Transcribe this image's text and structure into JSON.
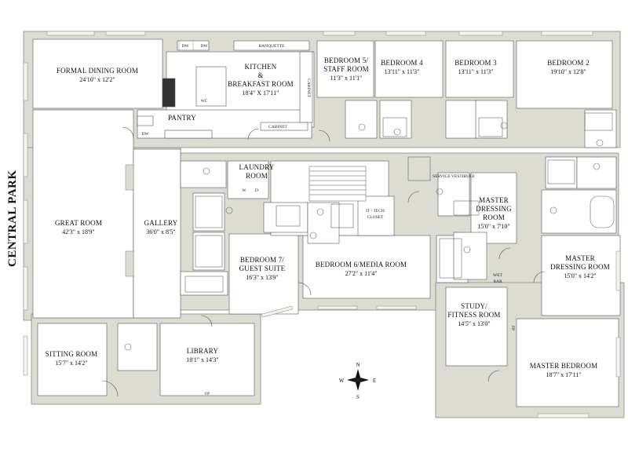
{
  "rooms": [
    {
      "id": "formal-dining-room",
      "lines": [
        "FORMAL DINING ROOM"
      ],
      "dims": "24'10\" x 12'2\""
    },
    {
      "id": "kitchen",
      "lines": [
        "KITCHEN",
        "&",
        "BREAKFAST ROOM"
      ],
      "dims": "18'4\" X 17'11\""
    },
    {
      "id": "pantry",
      "lines": [
        "PANTRY"
      ],
      "dims": ""
    },
    {
      "id": "bedroom-5",
      "lines": [
        "BEDROOM 5/",
        "STAFF ROOM"
      ],
      "dims": "11'3\" x 11'1\""
    },
    {
      "id": "bedroom-4",
      "lines": [
        "BEDROOM 4"
      ],
      "dims": "13'11\" x 11'3\""
    },
    {
      "id": "bedroom-3",
      "lines": [
        "BEDROOM 3"
      ],
      "dims": "13'11\" x 11'3\""
    },
    {
      "id": "bedroom-2",
      "lines": [
        "BEDROOM 2"
      ],
      "dims": "19'10\" x 12'8\""
    },
    {
      "id": "great-room",
      "lines": [
        "GREAT ROOM"
      ],
      "dims": "42'3\" x 18'9\""
    },
    {
      "id": "gallery",
      "lines": [
        "GALLERY"
      ],
      "dims": "36'0\" x 8'5\""
    },
    {
      "id": "laundry-room",
      "lines": [
        "LAUNDRY",
        "ROOM"
      ],
      "dims": ""
    },
    {
      "id": "bedroom-7",
      "lines": [
        "BEDROOM 7/",
        "GUEST SUITE"
      ],
      "dims": "16'3\" x 13'9\""
    },
    {
      "id": "bedroom-6",
      "lines": [
        "BEDROOM 6/MEDIA ROOM"
      ],
      "dims": "27'2\" x 11'4\""
    },
    {
      "id": "master-dressing-room-1",
      "lines": [
        "MASTER",
        "DRESSING",
        "ROOM"
      ],
      "dims": "15'0\" x 7'10\""
    },
    {
      "id": "master-dressing-room-2",
      "lines": [
        "MASTER",
        "DRESSING ROOM"
      ],
      "dims": "15'0\" x 14'2\""
    },
    {
      "id": "study",
      "lines": [
        "STUDY/",
        "FITNESS ROOM"
      ],
      "dims": "14'5\" x 13'0\""
    },
    {
      "id": "master-bedroom",
      "lines": [
        "MASTER BEDROOM"
      ],
      "dims": "18'7\" x 17'11\""
    },
    {
      "id": "sitting-room",
      "lines": [
        "SITTING ROOM"
      ],
      "dims": "15'7\" x 14'2\""
    },
    {
      "id": "library",
      "lines": [
        "LIBRARY"
      ],
      "dims": "18'1\" x 14'3\""
    }
  ],
  "small_labels": {
    "banquette": "BANQUETTE",
    "cabinet_v": "CABINET",
    "cabinet_h": "CABINET",
    "dw1": "DW",
    "dw2": "DW",
    "dw3": "DW",
    "wc": "WC",
    "service_vestibule": "SERVICE VESTIBULE",
    "it_closet_1": "IT / TECH",
    "it_closet_2": "CLOSET",
    "wet_bar_1": "WET",
    "wet_bar_2": "BAR",
    "fp_library": "FP",
    "fp_study": "FP",
    "washer": "W",
    "dryer": "D"
  },
  "side_label": "CENTRAL PARK",
  "compass": {
    "n": "N",
    "s": "S",
    "e": "E",
    "w": "W"
  },
  "colors": {
    "wall": "#dcdcd2",
    "wall_stroke": "#8a8a80",
    "floor": "#ffffff",
    "line": "#444444"
  }
}
